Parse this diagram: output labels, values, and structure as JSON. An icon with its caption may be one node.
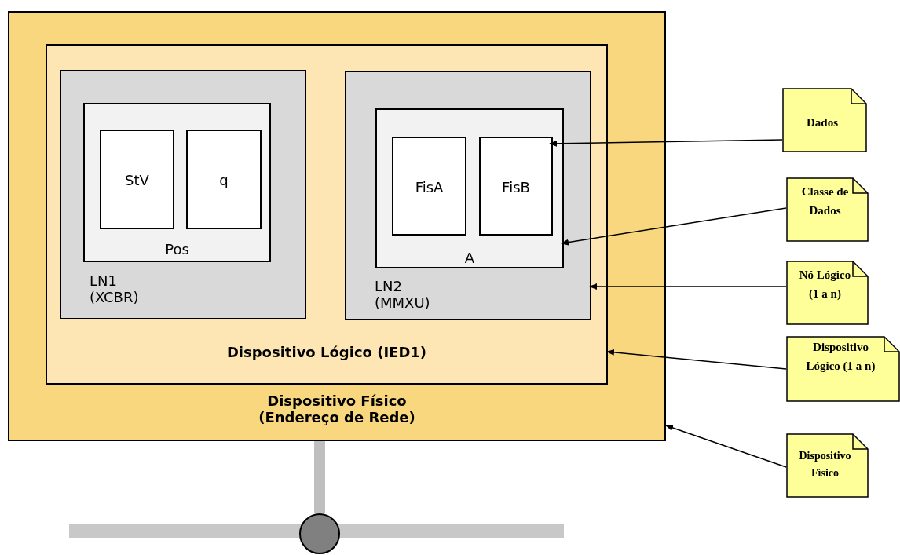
{
  "diagram": {
    "nodes": [
      {
        "text": [
          "Dispositivo Físico (Endereço de Rede)"
        ]
      },
      {
        "text": [
          "Dispositivo Lógico (IED1)"
        ],
        "in": 0
      },
      {
        "text": [
          "LN1 (XCBR)"
        ],
        "in": 1
      },
      {
        "text": [
          "Pos"
        ],
        "in": 2
      },
      {
        "text": [
          "StV"
        ],
        "in": 3
      },
      {
        "text": [
          "q"
        ],
        "in": 3
      },
      {
        "text": [
          "LN2 (MMXU)"
        ],
        "in": 1
      },
      {
        "text": [
          "A"
        ],
        "in": 6
      },
      {
        "text": [
          "FisA"
        ],
        "in": 7
      },
      {
        "text": [
          "FisB"
        ],
        "in": 7
      },
      {
        "text": [
          "Dados"
        ]
      },
      {
        "text": [
          "Classe de Dados"
        ]
      },
      {
        "text": [
          "Nó Lógico (1 a n)"
        ]
      },
      {
        "text": [
          "Dispositivo Lógico (1 a n)"
        ]
      },
      {
        "text": [
          "Dispositivo Físico"
        ]
      },
      {
        "text": [],
        "shape": "circle"
      },
      {
        "text": [],
        "shape": "bar"
      }
    ],
    "edges": [
      {
        "from": 10,
        "to": 9,
        "arrow": "to"
      },
      {
        "from": 11,
        "to": 7,
        "arrow": "to"
      },
      {
        "from": 12,
        "to": 6,
        "arrow": "to"
      },
      {
        "from": 13,
        "to": 1,
        "arrow": "to"
      },
      {
        "from": 14,
        "to": 0,
        "arrow": "to"
      },
      {
        "from": 0,
        "to": 15,
        "arrow": "none",
        "style": "thick",
        "color": "#bfbfbf"
      }
    ]
  }
}
